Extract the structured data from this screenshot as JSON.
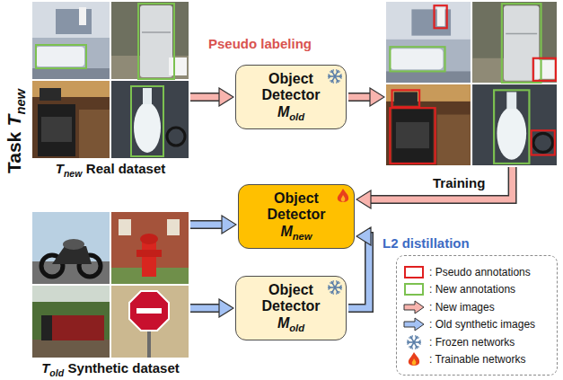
{
  "diagram": {
    "nodes": [
      {
        "text": [
          "T",
          "new",
          "Real dataset"
        ]
      },
      {
        "text": [
          "Object Detector",
          "M",
          "old"
        ]
      },
      {
        "text": []
      },
      {
        "text": [
          "Object Detector",
          "M",
          "new"
        ]
      },
      {
        "text": [
          "T",
          "old",
          "Synthetic dataset"
        ]
      },
      {
        "text": [
          "Object Detector",
          "M",
          "old"
        ]
      }
    ],
    "edges": [
      {
        "from": 0,
        "to": 1,
        "arrow": "to",
        "label": "Pseudo labeling"
      },
      {
        "from": 1,
        "to": 2,
        "arrow": "to"
      },
      {
        "from": 2,
        "to": 3,
        "arrow": "to",
        "label": "Training"
      },
      {
        "from": 4,
        "to": 3,
        "arrow": "to"
      },
      {
        "from": 4,
        "to": 5,
        "arrow": "to"
      },
      {
        "from": 5,
        "to": 3,
        "arrow": "to",
        "label": "L2 distillation"
      }
    ],
    "labels": [
      "Task",
      "T",
      "new"
    ],
    "legend": [
      {
        "text": ": Pseudo annotations"
      },
      {
        "text": ": New annotations"
      },
      {
        "text": ": New images"
      },
      {
        "text": ": Old synthetic images"
      },
      {
        "text": ": Frozen networks"
      },
      {
        "text": ": Trainable networks"
      }
    ]
  }
}
